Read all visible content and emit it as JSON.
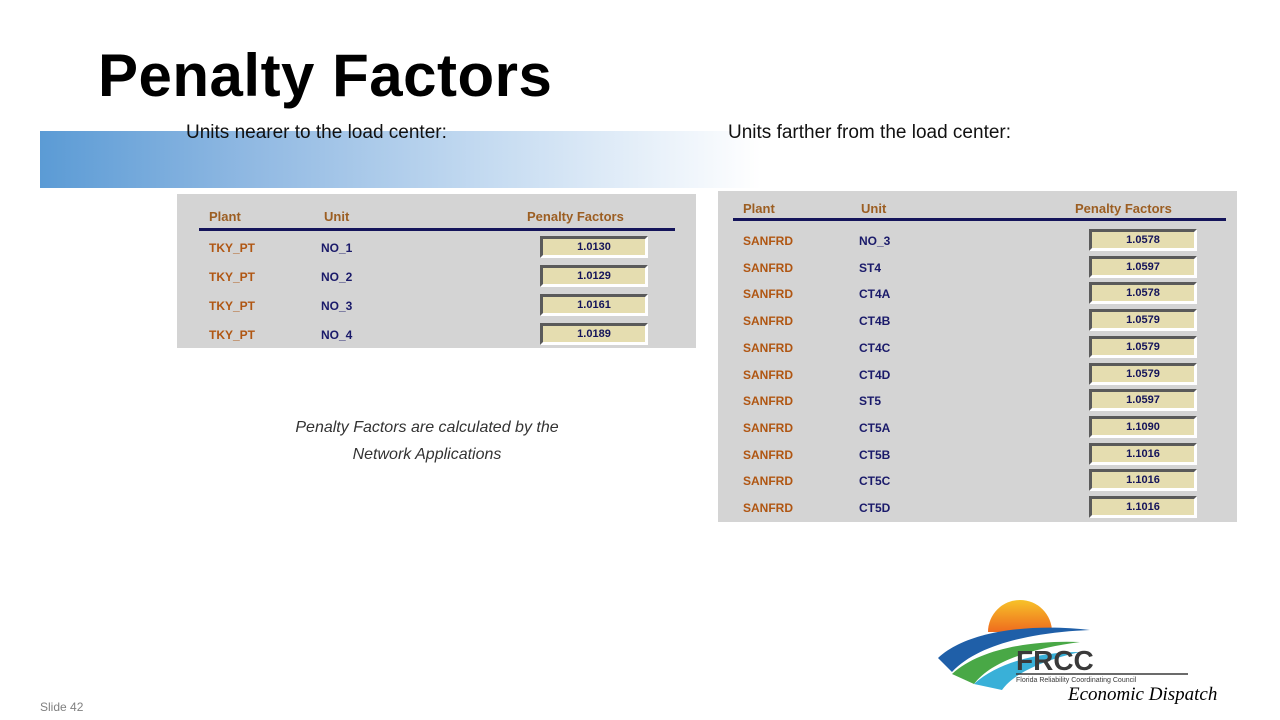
{
  "title": "Penalty Factors",
  "left": {
    "subheading": "Units nearer to the load center:",
    "headers": {
      "plant": "Plant",
      "unit": "Unit",
      "factor": "Penalty Factors"
    },
    "rows": [
      {
        "plant": "TKY_PT",
        "unit": "NO_1",
        "factor": "1.0130"
      },
      {
        "plant": "TKY_PT",
        "unit": "NO_2",
        "factor": "1.0129"
      },
      {
        "plant": "TKY_PT",
        "unit": "NO_3",
        "factor": "1.0161"
      },
      {
        "plant": "TKY_PT",
        "unit": "NO_4",
        "factor": "1.0189"
      }
    ]
  },
  "right": {
    "subheading": "Units farther from the load center:",
    "headers": {
      "plant": "Plant",
      "unit": "Unit",
      "factor": "Penalty Factors"
    },
    "rows": [
      {
        "plant": "SANFRD",
        "unit": "NO_3",
        "factor": "1.0578"
      },
      {
        "plant": "SANFRD",
        "unit": "ST4",
        "factor": "1.0597"
      },
      {
        "plant": "SANFRD",
        "unit": "CT4A",
        "factor": "1.0578"
      },
      {
        "plant": "SANFRD",
        "unit": "CT4B",
        "factor": "1.0579"
      },
      {
        "plant": "SANFRD",
        "unit": "CT4C",
        "factor": "1.0579"
      },
      {
        "plant": "SANFRD",
        "unit": "CT4D",
        "factor": "1.0579"
      },
      {
        "plant": "SANFRD",
        "unit": "ST5",
        "factor": "1.0597"
      },
      {
        "plant": "SANFRD",
        "unit": "CT5A",
        "factor": "1.1090"
      },
      {
        "plant": "SANFRD",
        "unit": "CT5B",
        "factor": "1.1016"
      },
      {
        "plant": "SANFRD",
        "unit": "CT5C",
        "factor": "1.1016"
      },
      {
        "plant": "SANFRD",
        "unit": "CT5D",
        "factor": "1.1016"
      }
    ]
  },
  "note": {
    "line1": "Penalty Factors are calculated by the",
    "line2": "Network Applications"
  },
  "footer": {
    "slide": "Slide 42",
    "section": "Economic Dispatch",
    "logo_text": "FRCC",
    "logo_subtext": "Florida Reliability Coordinating Council"
  }
}
